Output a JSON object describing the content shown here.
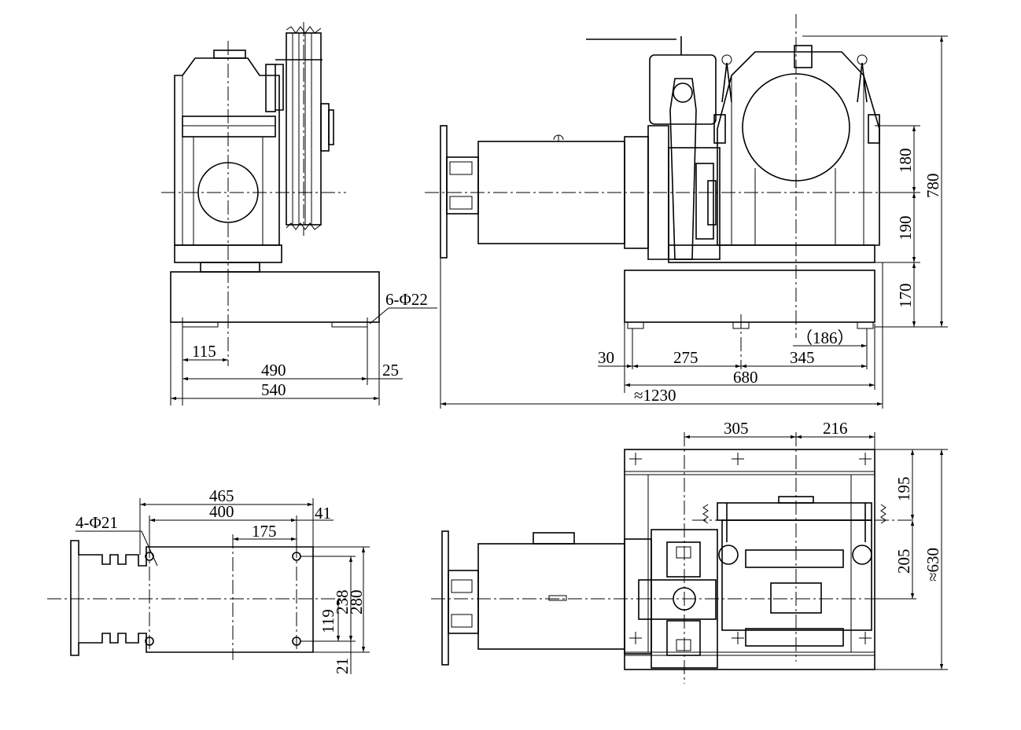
{
  "drawing": {
    "side_view": {
      "dims": {
        "d115": "115",
        "d490": "490",
        "d540": "540",
        "d25": "25",
        "holes": "6-Φ22"
      }
    },
    "front_view": {
      "dims": {
        "d30": "30",
        "d275": "275",
        "d345": "345",
        "d186": "（186）",
        "d680": "680",
        "d1230": "≈1230",
        "d180": "180",
        "d190": "190",
        "d170": "170",
        "d780": "780"
      }
    },
    "motor_base_view": {
      "dims": {
        "holes": "4-Φ21",
        "d465": "465",
        "d400": "400",
        "d41": "41",
        "d175": "175",
        "d119": "119",
        "d238": "238",
        "d280": "280",
        "d21": "21"
      }
    },
    "plan_view": {
      "dims": {
        "d305": "305",
        "d216": "216",
        "d195": "195",
        "d205": "205",
        "d630": "≈630"
      }
    }
  }
}
